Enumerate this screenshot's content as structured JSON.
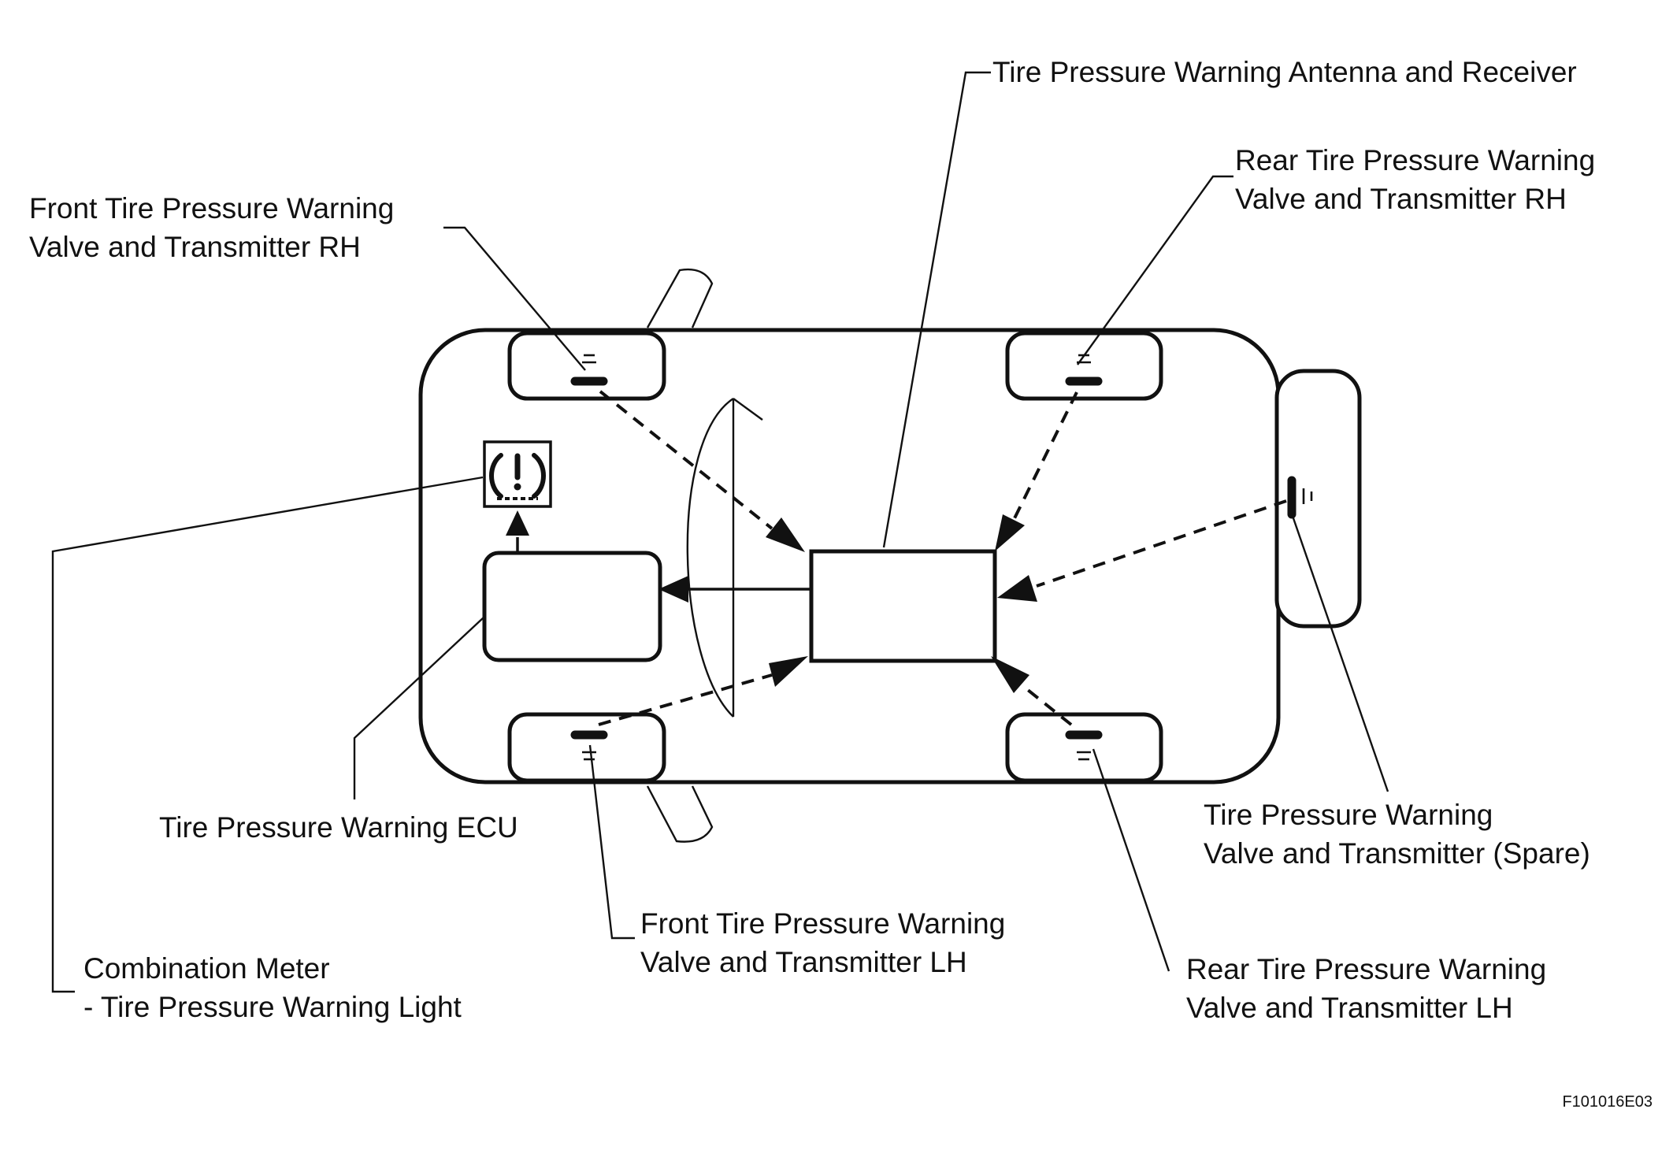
{
  "diagram": {
    "labels": {
      "antenna_receiver": "Tire Pressure Warning Antenna and Receiver",
      "rear_rh_line1": "Rear Tire Pressure Warning",
      "rear_rh_line2": "Valve and Transmitter RH",
      "front_rh_line1": "Front Tire Pressure Warning",
      "front_rh_line2": "Valve and Transmitter RH",
      "ecu": "Tire Pressure Warning ECU",
      "spare_line1": "Tire Pressure Warning",
      "spare_line2": "Valve and Transmitter (Spare)",
      "front_lh_line1": "Front Tire Pressure Warning",
      "front_lh_line2": "Valve and Transmitter LH",
      "rear_lh_line1": "Rear Tire Pressure Warning",
      "rear_lh_line2": "Valve and Transmitter LH",
      "meter_line1": "Combination Meter",
      "meter_line2": "- Tire Pressure Warning Light"
    },
    "figure_code": "F101016E03",
    "warning_icon": "tire-pressure-warning-icon"
  }
}
